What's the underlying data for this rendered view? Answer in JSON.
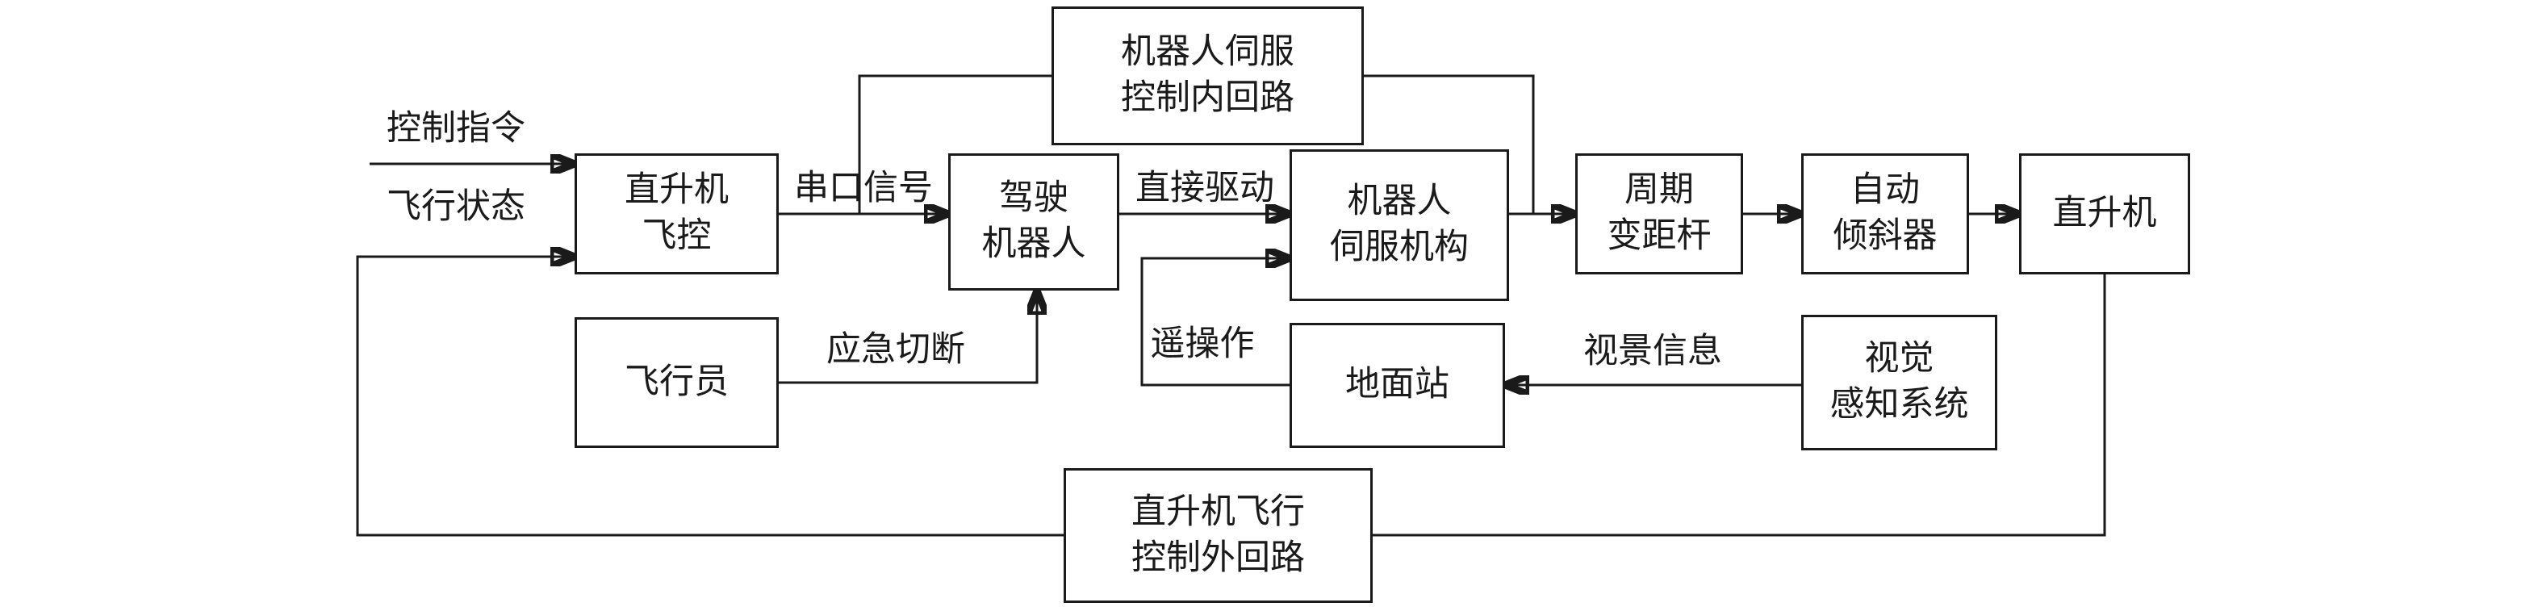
{
  "diagram": {
    "title": "helicopter-robot-pilot-flight-control-block-diagram",
    "background_color": "#ffffff",
    "line_color": "#1a1a1a",
    "nodes": {
      "fcc": {
        "label": "直升机\n飞控"
      },
      "driver": {
        "label": "驾驶\n机器人"
      },
      "servo": {
        "label": "机器人\n伺服机构"
      },
      "cyclic": {
        "label": "周期\n变距杆"
      },
      "swash": {
        "label": "自动\n倾斜器"
      },
      "heli": {
        "label": "直升机"
      },
      "pilot": {
        "label": "飞行员"
      },
      "ground": {
        "label": "地面站"
      },
      "vision": {
        "label": "视觉\n感知系统"
      },
      "inner_loop": {
        "label": "机器人伺服\n控制内回路"
      },
      "outer_loop": {
        "label": "直升机飞行\n控制外回路"
      }
    },
    "edge_labels": {
      "control_command": "控制指令",
      "flight_status": "飞行状态",
      "serial_signal": "串口信号",
      "direct_drive": "直接驱动",
      "emergency_cutoff": "应急切断",
      "teleoperation": "遥操作",
      "visual_info": "视景信息"
    }
  }
}
